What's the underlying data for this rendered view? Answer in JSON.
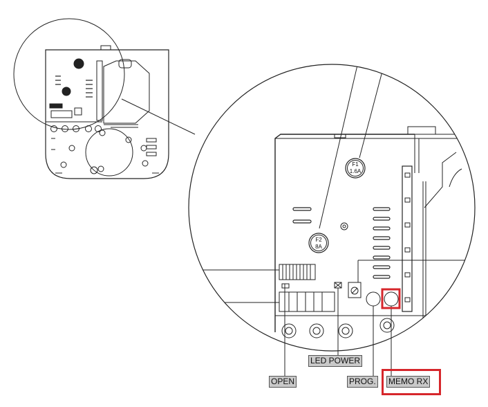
{
  "fuses": [
    {
      "name": "F1",
      "rating": "1.6A"
    },
    {
      "name": "F2",
      "rating": "8A"
    }
  ],
  "callouts": {
    "led_power": "LED POWER",
    "open": "OPEN",
    "prog": "PROG.",
    "memo_rx": "MEMO RX"
  },
  "highlight_color": "#d6262b"
}
